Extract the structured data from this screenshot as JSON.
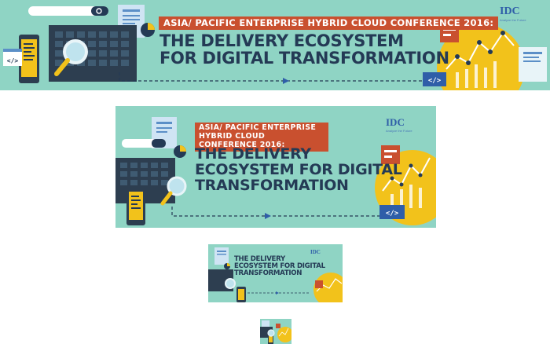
{
  "logo_text": "IDC",
  "logo_subtext": "Analyze the Future",
  "banners": [
    {
      "tag": "ASIA/ PACIFIC ENTERPRISE HYBRID CLOUD CONFERENCE 2016:",
      "title_line1": "THE DELIVERY ECOSYSTEM",
      "title_line2": "FOR DIGITAL TRANSFORMATION"
    },
    {
      "tag_line1": "ASIA/ PACIFIC ENTERPRISE",
      "tag_line2": "HYBRID CLOUD CONFERENCE 2016:",
      "title_line1": "THE DELIVERY",
      "title_line2": "ECOSYSTEM FOR DIGITAL",
      "title_line3": "TRANSFORMATION"
    },
    {
      "title_line1": "THE DELIVERY",
      "title_line2": "ECOSYSTEM FOR DIGITAL",
      "title_line3": "TRANSFORMATION"
    }
  ],
  "code_icon": "</>",
  "colors": {
    "background_teal": "#8fd4c4",
    "title_navy": "#243a55",
    "tag_red": "#c9502f",
    "accent_yellow": "#f2c21b",
    "logo_blue": "#2f5ea8"
  },
  "icons": [
    "laptop-icon",
    "magnifier-icon",
    "phone-icon",
    "search-bar-icon",
    "document-icon",
    "pie-chart-icon",
    "chart-circle-icon",
    "code-window-icon"
  ]
}
